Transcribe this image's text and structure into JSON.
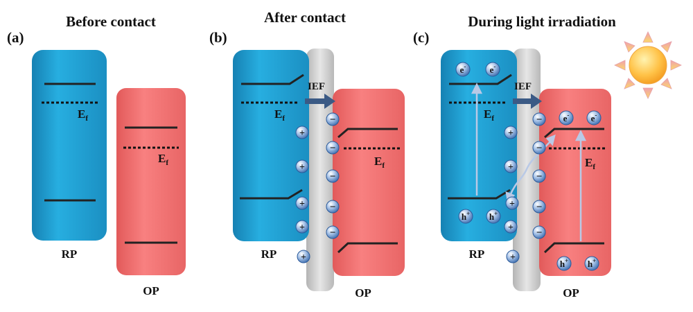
{
  "panels": [
    {
      "letter": "(a)",
      "title": "Before contact",
      "rp_label": "RP",
      "op_label": "OP",
      "ef_label": {
        "main": "E",
        "sub": "f"
      }
    },
    {
      "letter": "(b)",
      "title": "After contact",
      "rp_label": "RP",
      "op_label": "OP",
      "ef_label": {
        "main": "E",
        "sub": "f"
      },
      "field_label": "IEF",
      "plus_symbol": "+",
      "minus_symbol": "−"
    },
    {
      "letter": "(c)",
      "title": "During light irradiation",
      "rp_label": "RP",
      "op_label": "OP",
      "ef_label": {
        "main": "E",
        "sub": "f"
      },
      "field_label": "IEF",
      "plus_symbol": "+",
      "minus_symbol": "−",
      "electron": {
        "main": "e",
        "sup": "-"
      },
      "hole": {
        "main": "h",
        "sup": "+"
      }
    }
  ],
  "colors": {
    "rp_block": "#1e9fd0",
    "op_block": "#f07070",
    "interface": "#cfcfcf",
    "charge": "#4d7fbf",
    "arrow": "#3b5a85",
    "sun": "#f6a623"
  },
  "icons": [
    "sun-icon",
    "arrow-right-icon"
  ]
}
